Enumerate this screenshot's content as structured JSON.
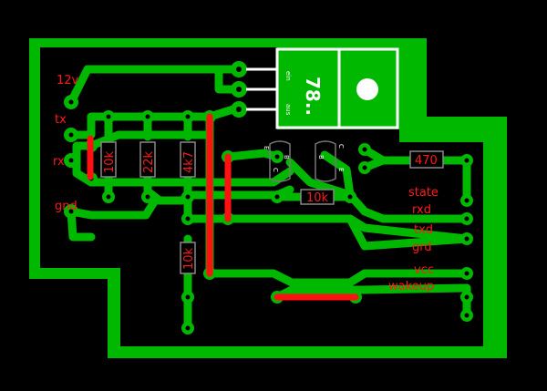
{
  "colors": {
    "background": "#000000",
    "copper": "#00b800",
    "jumper": "#ff1111",
    "silkscreen": "#ffffff",
    "label": "#ff1a1a"
  },
  "regulator": {
    "marking": "78..",
    "pins": [
      "ein",
      "aus"
    ]
  },
  "transistors": {
    "left_pins": [
      "C",
      "B",
      "E"
    ],
    "right_pins": [
      "C",
      "B",
      "E"
    ]
  },
  "resistors": {
    "r1": "10k",
    "r2": "22k",
    "r3": "4k7",
    "r4": "10k",
    "r5": "10k",
    "r6": "470"
  },
  "left_labels": {
    "v12": "12v",
    "tx": "tx",
    "rx": "rx",
    "gnd": "gnd"
  },
  "right_labels": {
    "state": "state",
    "rxd": "rxd",
    "txd": "txd",
    "grd": "grd",
    "vcc": "vcc",
    "wakeup": "wakeup"
  }
}
